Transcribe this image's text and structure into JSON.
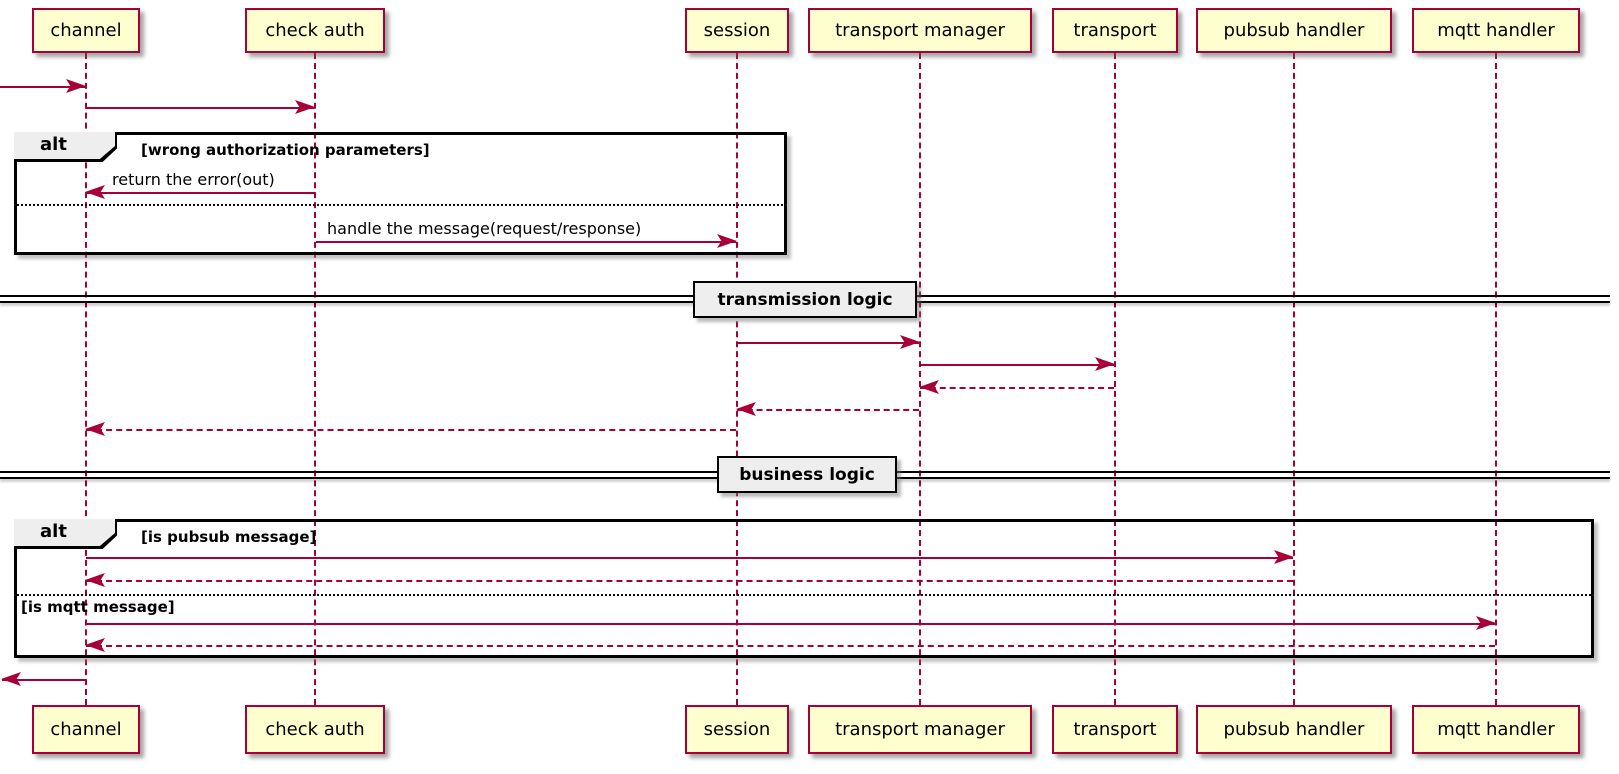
{
  "diagram_type": "uml-sequence-diagram",
  "participants": [
    {
      "label": "channel"
    },
    {
      "label": "check auth"
    },
    {
      "label": "session"
    },
    {
      "label": "transport manager"
    },
    {
      "label": "transport"
    },
    {
      "label": "pubsub handler"
    },
    {
      "label": "mqtt handler"
    }
  ],
  "frames": {
    "alt1": {
      "keyword": "alt",
      "condition": "[wrong authorization parameters]"
    },
    "alt2": {
      "keyword": "alt",
      "condition": "[is pubsub message]",
      "else_condition": "[is mqtt message]"
    }
  },
  "dividers": [
    {
      "label": "transmission logic"
    },
    {
      "label": "business logic"
    }
  ],
  "messages": [
    {
      "from": "(external)",
      "to": "channel",
      "label": "",
      "style": "solid"
    },
    {
      "from": "channel",
      "to": "check auth",
      "label": "",
      "style": "solid"
    },
    {
      "from": "check auth",
      "to": "channel",
      "label": "return the error(out)",
      "style": "solid"
    },
    {
      "from": "check auth",
      "to": "session",
      "label": "handle the message(request/response)",
      "style": "solid"
    },
    {
      "from": "session",
      "to": "transport manager",
      "label": "",
      "style": "solid"
    },
    {
      "from": "transport manager",
      "to": "transport",
      "label": "",
      "style": "solid"
    },
    {
      "from": "transport",
      "to": "transport manager",
      "label": "",
      "style": "dashed"
    },
    {
      "from": "transport manager",
      "to": "session",
      "label": "",
      "style": "dashed"
    },
    {
      "from": "session",
      "to": "channel",
      "label": "",
      "style": "dashed"
    },
    {
      "from": "channel",
      "to": "pubsub handler",
      "label": "",
      "style": "solid"
    },
    {
      "from": "pubsub handler",
      "to": "channel",
      "label": "",
      "style": "dashed"
    },
    {
      "from": "channel",
      "to": "mqtt handler",
      "label": "",
      "style": "solid"
    },
    {
      "from": "mqtt handler",
      "to": "channel",
      "label": "",
      "style": "dashed"
    },
    {
      "from": "channel",
      "to": "(external)",
      "label": "",
      "style": "solid"
    }
  ],
  "colors": {
    "accent": "#A80036",
    "participant-fill": "#FEFECE",
    "frame-border": "#000000",
    "label-fill": "#EEEEEE",
    "text": "#000000",
    "background": "#FFFFFF"
  }
}
